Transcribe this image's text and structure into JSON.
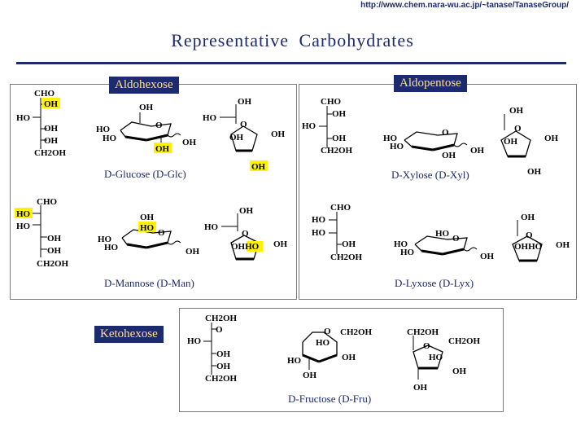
{
  "header": {
    "url": "http://www.chem.nara-wu.ac.jp/~tanase/TanaseGroup/",
    "title": "Representative Carbohydrates"
  },
  "sections": {
    "aldohexose": "Aldohexose",
    "aldopentose": "Aldopentose",
    "ketohexose": "Ketohexose"
  },
  "captions": {
    "glucose": "D-Glucose (D-Glc)",
    "mannose": "D-Mannose (D-Man)",
    "xylose": "D-Xylose (D-Xyl)",
    "lyxose": "D-Lyxose (D-Lyx)",
    "fructose": "D-Fructose (D-Fru)"
  },
  "labels": {
    "cho": "CHO",
    "oh": "OH",
    "ho": "HO",
    "o": "O",
    "ch2oh": "CH2OH",
    "ohho": "OHHO"
  },
  "colors": {
    "accent": "#1c2a6e",
    "highlight": "#fff200",
    "panel_border": "#7a7a7a"
  }
}
